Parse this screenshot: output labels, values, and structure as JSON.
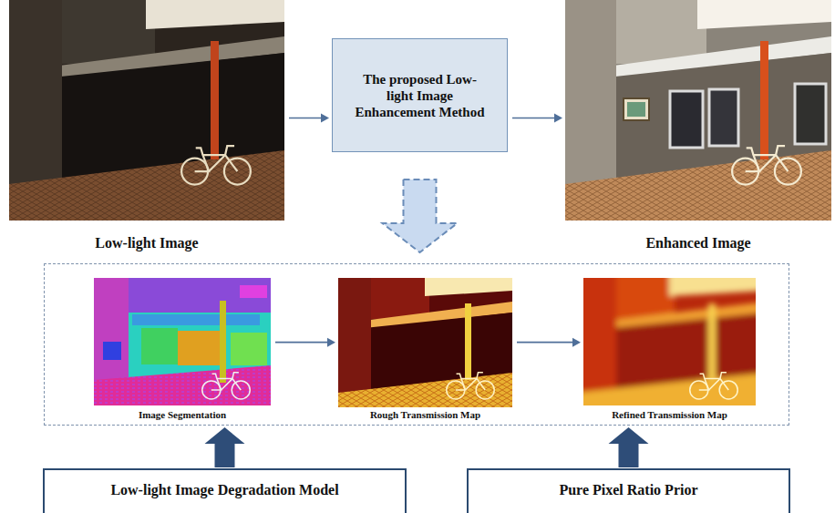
{
  "diagram": {
    "nodes": [
      {
        "text": [
          "Low-light Image"
        ]
      },
      {
        "text": [
          "The proposed Low-light Image Enhancement Method"
        ]
      },
      {
        "text": [
          "Enhanced Image"
        ]
      },
      {
        "text": []
      },
      {
        "text": [
          "Image Segmentation"
        ],
        "in": 3
      },
      {
        "text": [
          "Rough Transmission Map"
        ],
        "in": 3
      },
      {
        "text": [
          "Refined Transmission Map"
        ],
        "in": 3
      },
      {
        "text": [
          "Low-light Image Degradation Model"
        ]
      },
      {
        "text": [
          "Pure Pixel Ratio Prior"
        ]
      }
    ],
    "edges": [
      {
        "from": 0,
        "to": 1,
        "arrow": "to"
      },
      {
        "from": 1,
        "to": 2,
        "arrow": "to"
      },
      {
        "from": 1,
        "to": 3,
        "arrow": "to"
      },
      {
        "from": 4,
        "to": 5,
        "arrow": "to"
      },
      {
        "from": 5,
        "to": 6,
        "arrow": "to"
      },
      {
        "from": 7,
        "to": 3,
        "arrow": "to"
      },
      {
        "from": 8,
        "to": 3,
        "arrow": "to"
      }
    ]
  }
}
